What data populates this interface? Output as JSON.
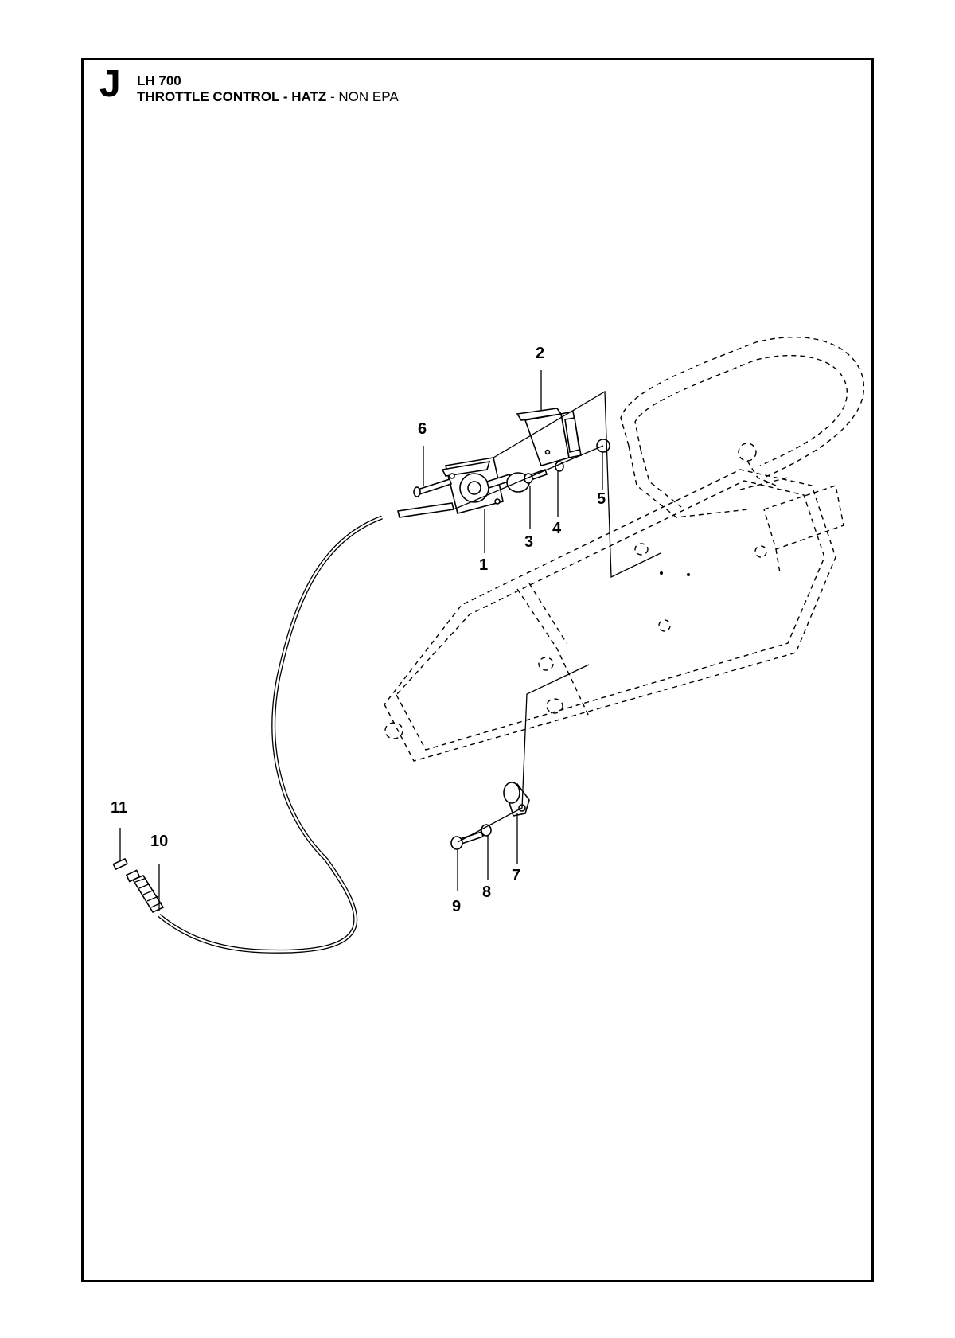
{
  "header": {
    "section_letter": "J",
    "model": "LH 700",
    "title_bold": "THROTTLE CONTROL - HATZ",
    "title_rest": " - NON EPA"
  },
  "callouts": [
    "1",
    "2",
    "3",
    "4",
    "5",
    "6",
    "7",
    "8",
    "9",
    "10",
    "11"
  ]
}
